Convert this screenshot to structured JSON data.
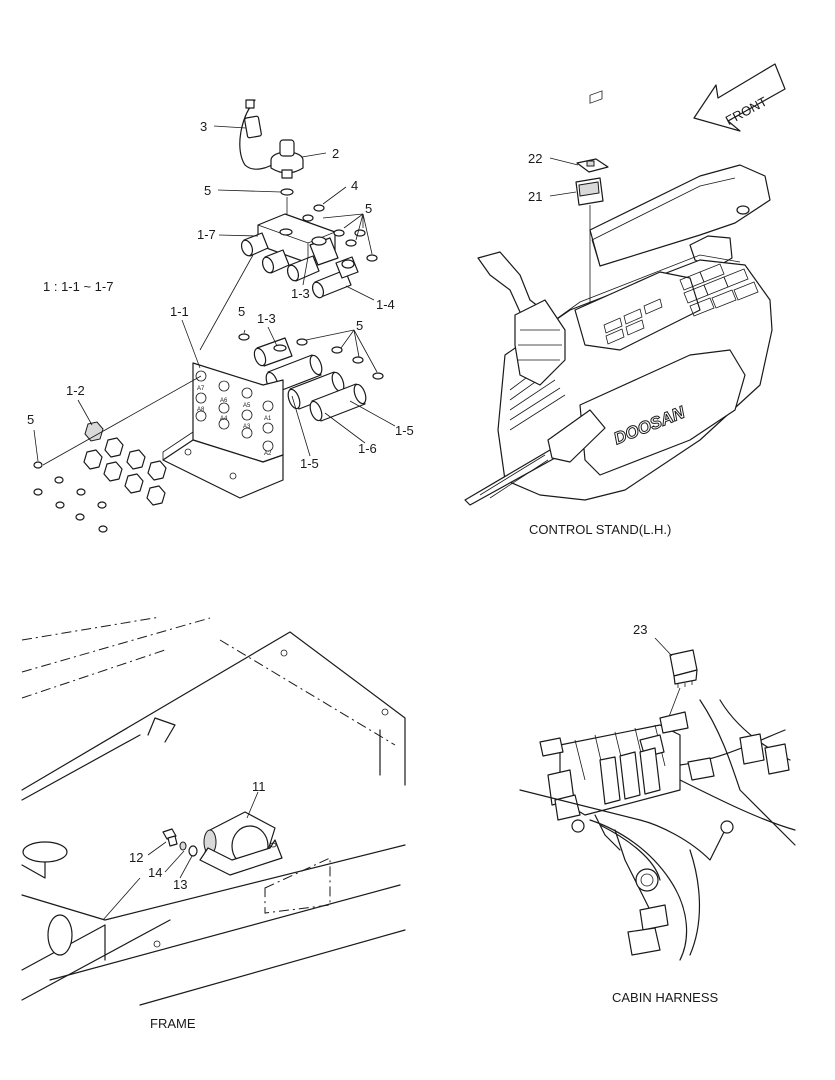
{
  "pressure_switch_panel": {
    "labels": {
      "l3": "3",
      "l2": "2",
      "l5a": "5",
      "l4": "4",
      "l5b": "5",
      "l17": "1-7",
      "l13a": "1-3",
      "l14": "1-4",
      "l11": "1-1",
      "l5c": "5",
      "l13b": "1-3",
      "l5d": "5",
      "l12": "1-2",
      "l5e": "5",
      "l15a": "1-5",
      "l15b": "1-5",
      "l16": "1-6"
    },
    "note": "1 : 1-1 ~ 1-7",
    "bracket_marks": [
      "A7",
      "A8",
      "A5",
      "A6",
      "A3",
      "A4",
      "A1",
      "A2"
    ]
  },
  "control_stand_panel": {
    "front_arrow": "FRONT",
    "brand": "DOOSAN",
    "labels": {
      "l22": "22",
      "l21": "21"
    },
    "caption": "CONTROL STAND(L.H.)"
  },
  "frame_panel": {
    "labels": {
      "l11": "11",
      "l12": "12",
      "l14": "14",
      "l13": "13"
    },
    "caption": "FRAME"
  },
  "cabin_harness_panel": {
    "labels": {
      "l23": "23"
    },
    "caption": "CABIN HARNESS"
  }
}
